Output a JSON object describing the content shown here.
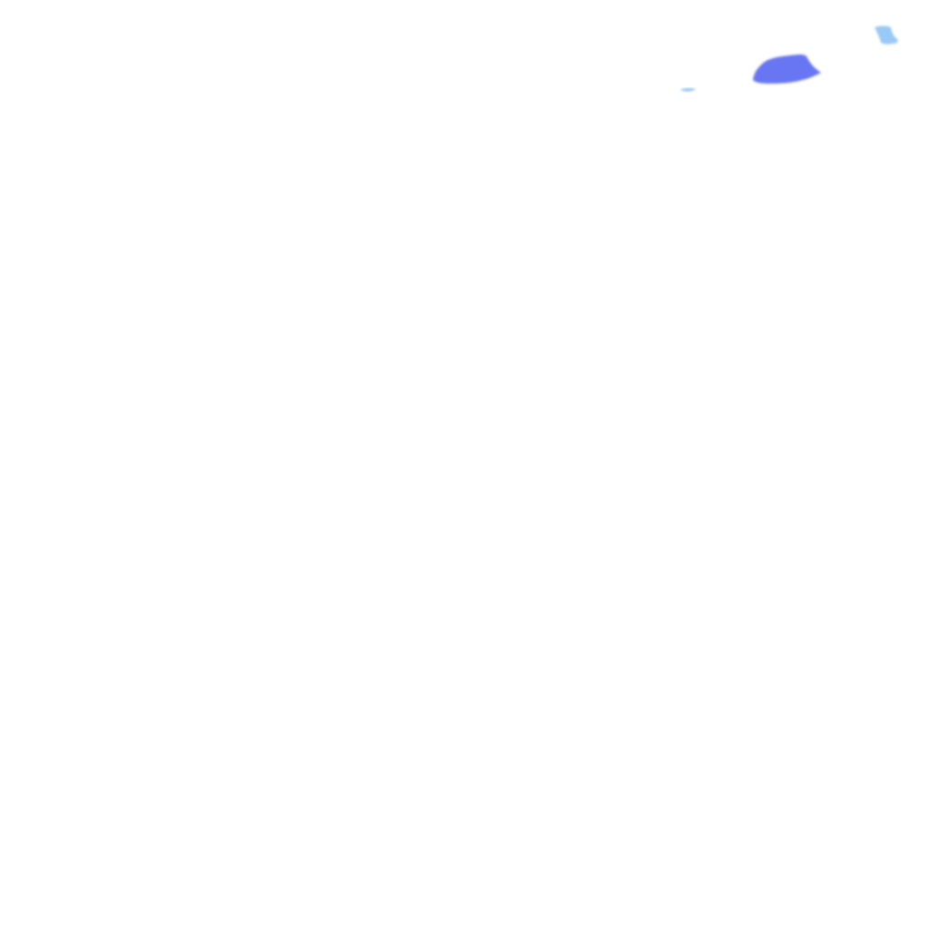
{
  "map": {
    "background_color": "#ffffff",
    "precipitation_colors": {
      "light": "#8ec3f5",
      "moderate": "#5f6ff2"
    },
    "cells": [
      {
        "name": "small-light-cell",
        "intensity": "light"
      },
      {
        "name": "main-moderate-cell",
        "intensity": "moderate"
      },
      {
        "name": "corner-light-cell",
        "intensity": "light"
      }
    ]
  }
}
